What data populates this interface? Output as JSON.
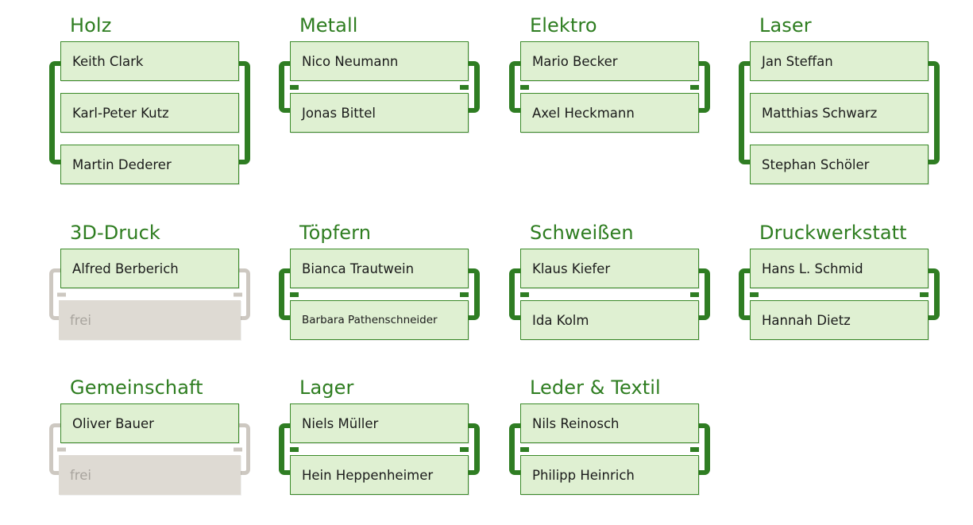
{
  "board": {
    "free_label": "frei",
    "accent_green": "#2e7d20",
    "card_fill": "#dff0d2",
    "card_border": "#3a8a28",
    "free_fill": "#dedad3",
    "free_bracket": "#cdc8c1"
  },
  "groups": [
    {
      "title": "Holz",
      "col": 0,
      "row": 0,
      "has_free": false,
      "slots": [
        {
          "name": "Keith Clark",
          "free": false,
          "small": false
        },
        {
          "name": "Karl-Peter Kutz",
          "free": false,
          "small": false
        },
        {
          "name": "Martin Dederer",
          "free": false,
          "small": false
        }
      ]
    },
    {
      "title": "Metall",
      "col": 1,
      "row": 0,
      "has_free": false,
      "slots": [
        {
          "name": "Nico Neumann",
          "free": false,
          "small": false
        },
        {
          "name": "Jonas Bittel",
          "free": false,
          "small": false
        }
      ]
    },
    {
      "title": "Elektro",
      "col": 2,
      "row": 0,
      "has_free": false,
      "slots": [
        {
          "name": "Mario Becker",
          "free": false,
          "small": false
        },
        {
          "name": "Axel Heckmann",
          "free": false,
          "small": false
        }
      ]
    },
    {
      "title": "Laser",
      "col": 3,
      "row": 0,
      "has_free": false,
      "slots": [
        {
          "name": "Jan Steffan",
          "free": false,
          "small": false
        },
        {
          "name": "Matthias Schwarz",
          "free": false,
          "small": false
        },
        {
          "name": "Stephan Schöler",
          "free": false,
          "small": false
        }
      ]
    },
    {
      "title": "3D-Druck",
      "col": 0,
      "row": 1,
      "has_free": true,
      "slots": [
        {
          "name": "Alfred Berberich",
          "free": false,
          "small": false
        },
        {
          "name": "frei",
          "free": true,
          "small": false
        }
      ]
    },
    {
      "title": "Töpfern",
      "col": 1,
      "row": 1,
      "has_free": false,
      "slots": [
        {
          "name": "Bianca Trautwein",
          "free": false,
          "small": false
        },
        {
          "name": "Barbara Pathenschneider",
          "free": false,
          "small": true
        }
      ]
    },
    {
      "title": "Schweißen",
      "col": 2,
      "row": 1,
      "has_free": false,
      "slots": [
        {
          "name": "Klaus Kiefer",
          "free": false,
          "small": false
        },
        {
          "name": "Ida Kolm",
          "free": false,
          "small": false
        }
      ]
    },
    {
      "title": "Druckwerkstatt",
      "col": 3,
      "row": 1,
      "has_free": false,
      "slots": [
        {
          "name": "Hans L. Schmid",
          "free": false,
          "small": false
        },
        {
          "name": "Hannah Dietz",
          "free": false,
          "small": false
        }
      ]
    },
    {
      "title": "Gemeinschaft",
      "col": 0,
      "row": 2,
      "has_free": true,
      "slots": [
        {
          "name": "Oliver Bauer",
          "free": false,
          "small": false
        },
        {
          "name": "frei",
          "free": true,
          "small": false
        }
      ]
    },
    {
      "title": "Lager",
      "col": 1,
      "row": 2,
      "has_free": false,
      "slots": [
        {
          "name": "Niels Müller",
          "free": false,
          "small": false
        },
        {
          "name": "Hein Heppenheimer",
          "free": false,
          "small": false
        }
      ]
    },
    {
      "title": "Leder & Textil",
      "col": 2,
      "row": 2,
      "has_free": false,
      "slots": [
        {
          "name": "Nils Reinosch",
          "free": false,
          "small": false
        },
        {
          "name": "Philipp Heinrich",
          "free": false,
          "small": false
        }
      ]
    }
  ],
  "layout": {
    "col_x": [
      62,
      351,
      641,
      930
    ],
    "row_y": [
      20,
      281,
      476
    ]
  }
}
